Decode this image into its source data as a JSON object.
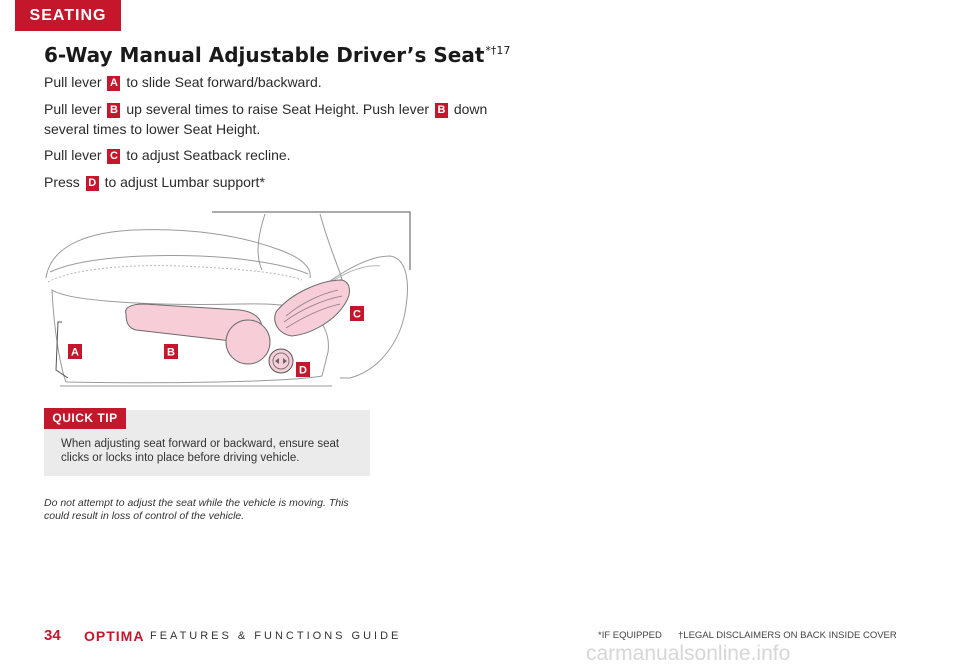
{
  "section_tab": "SEATING",
  "title": {
    "text": "6-Way Manual Adjustable Driver’s Seat",
    "superscript": "*†17"
  },
  "instructions": [
    {
      "before": "Pull lever ",
      "badge": "A",
      "after": " to slide Seat forward/backward."
    },
    {
      "before": "Pull lever ",
      "badge": "B",
      "middle": " up several times to raise Seat Height. Push lever ",
      "badge2": "B",
      "after": " down several times to lower Seat Height."
    },
    {
      "before": "Pull lever ",
      "badge": "C",
      "after": " to adjust Seatback recline."
    },
    {
      "before": "Press ",
      "badge": "D",
      "after": " to adjust Lumbar support*"
    }
  ],
  "figure": {
    "callouts": [
      "A",
      "B",
      "C",
      "D"
    ]
  },
  "quick_tip": {
    "label": "QUICK TIP",
    "text": "When adjusting seat forward or backward, ensure seat clicks or locks into place before driving vehicle."
  },
  "warning": "Do not attempt to adjust the seat while the vehicle is moving. This could result in loss of control of the vehicle.",
  "footer": {
    "page_number": "34",
    "brand": "OPTIMA",
    "guide": "FEATURES & FUNCTIONS GUIDE",
    "if_equipped": "*IF EQUIPPED",
    "legal": "†LEGAL DISCLAIMERS ON BACK INSIDE COVER"
  },
  "watermark": "carmanualsonline.info",
  "colors": {
    "accent": "#c4172c",
    "lever_fill": "#f7cdd8",
    "tip_background": "#ebebeb"
  }
}
